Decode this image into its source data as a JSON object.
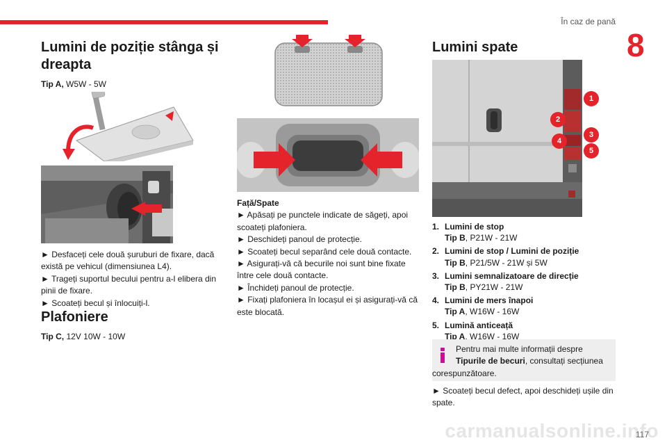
{
  "header": {
    "section": "În caz de pană",
    "chapter": "8",
    "page_number": "117"
  },
  "watermark": "carmanualsonline.info",
  "col1": {
    "heading1": "Lumini de poziție stânga și dreapta",
    "spec1_bold": "Tip A,",
    "spec1_value": " W5W - 5W",
    "steps": [
      "► Desfaceți cele două șuruburi de fixare, dacă există pe vehicul (dimensiunea L4).",
      "► Trageți suportul becului pentru a-l elibera din pinii de fixare.",
      "► Scoateți becul și înlocuiți-l."
    ],
    "heading2": "Plafoniere",
    "spec2_bold": "Tip C,",
    "spec2_value": " 12V 10W - 10W"
  },
  "col2": {
    "subtitle": "Față/Spate",
    "steps": [
      "► Apăsați pe punctele indicate de săgeți, apoi scoateți plafoniera.",
      "► Deschideți panoul de protecție.",
      "► Scoateți becul separând cele două contacte.",
      "► Asigurați-vă că becurile noi sunt bine fixate între cele două contacte.",
      "► Închideți panoul de protecție.",
      "► Fixați plafoniera în locașul ei și asigurați-vă că este blocată."
    ]
  },
  "col3": {
    "heading": "Lumini spate",
    "callouts": [
      "1",
      "2",
      "3",
      "4",
      "5"
    ],
    "bulbs": [
      {
        "num": "1.",
        "title": "Lumini de stop",
        "type": "Tip B",
        "spec": ", P21W - 21W"
      },
      {
        "num": "2.",
        "title": "Lumini de stop / Lumini de poziție",
        "type": "Tip B",
        "spec": ", P21/5W - 21W și 5W"
      },
      {
        "num": "3.",
        "title": "Lumini semnalizatoare de direcție",
        "type": "Tip B",
        "spec": ", PY21W - 21W"
      },
      {
        "num": "4.",
        "title": "Lumini de mers înapoi",
        "type": "Tip A",
        "spec": ", W16W - 16W"
      },
      {
        "num": "5.",
        "title": "Lumină anticeață",
        "type": "Tip A",
        "spec": ", W16W - 16W"
      }
    ],
    "info_pre": "Pentru mai multe informații despre ",
    "info_bold": "Tipurile de becuri",
    "info_post": ", consultați secțiunea corespunzătoare.",
    "final_step": "► Scoateți becul defect, apoi deschideți ușile din spate."
  },
  "colors": {
    "accent_red": "#e4232b",
    "info_magenta": "#c90f96",
    "info_bg": "#eeeeee"
  }
}
